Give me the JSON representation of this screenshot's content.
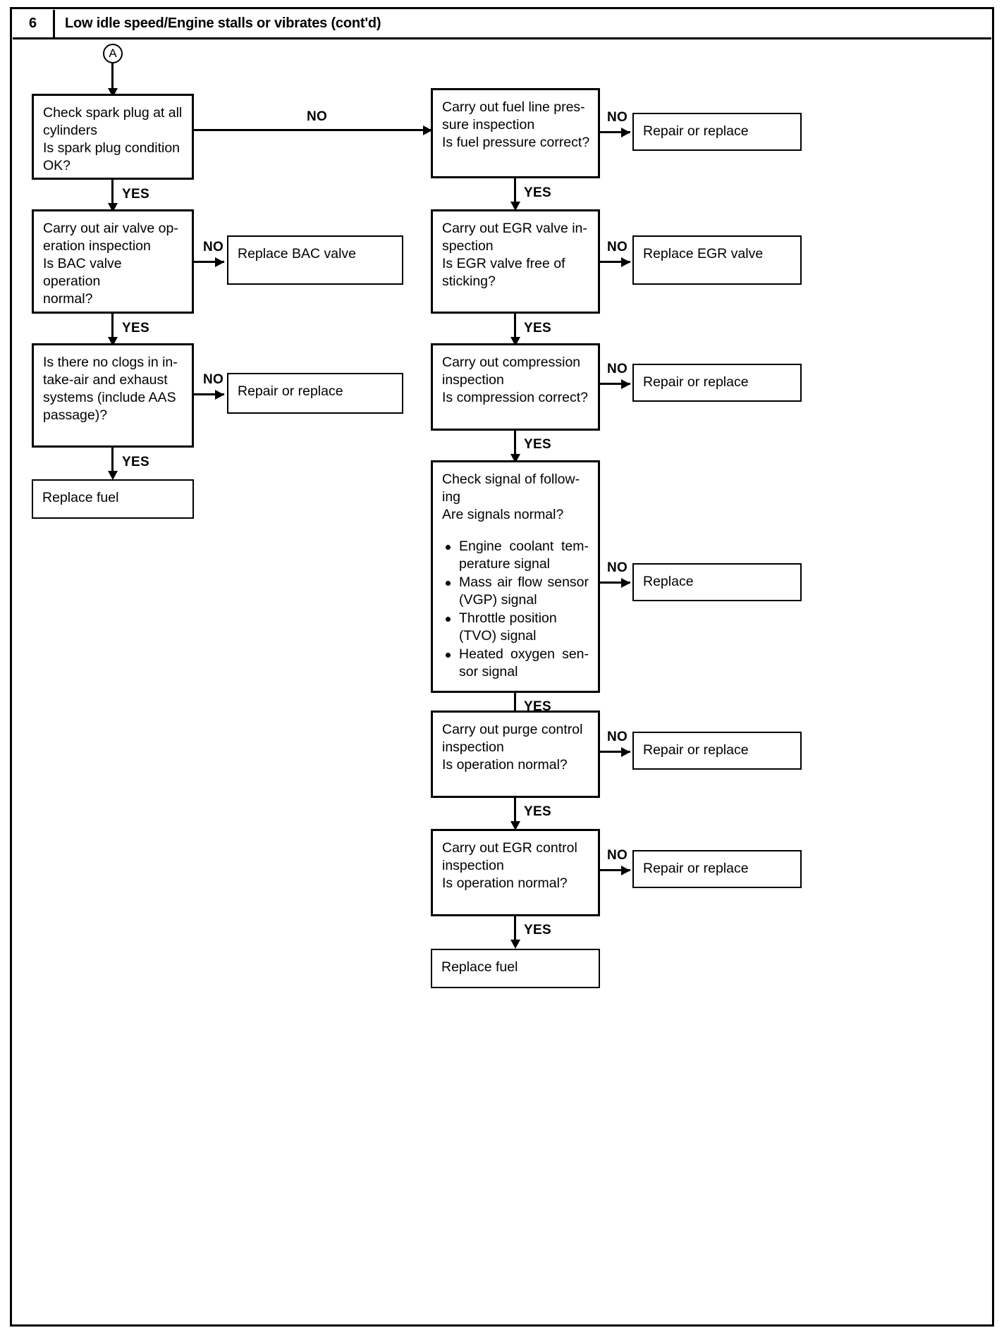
{
  "header": {
    "number": "6",
    "title": "Low idle speed/Engine stalls or vibrates (cont'd)"
  },
  "connector": {
    "label": "A"
  },
  "edge_labels": {
    "yes": "YES",
    "no": "NO"
  },
  "chart_data": {
    "type": "flowchart",
    "title": "Low idle speed/Engine stalls or vibrates (cont'd)",
    "nodes": [
      {
        "id": "entry-a",
        "kind": "connector",
        "label": "A"
      },
      {
        "id": "spark-plug",
        "kind": "decision",
        "lines": [
          "Check spark plug at all",
          "cylinders",
          "Is spark plug condition",
          "OK?"
        ]
      },
      {
        "id": "air-valve",
        "kind": "decision",
        "lines": [
          "Carry out air valve op-",
          "eration inspection",
          "Is BAC valve operation",
          "normal?"
        ]
      },
      {
        "id": "clogs",
        "kind": "decision",
        "lines": [
          "Is there no clogs in in-",
          "take-air and exhaust",
          "systems (include AAS",
          "passage)?"
        ]
      },
      {
        "id": "replace-fuel-left",
        "kind": "terminal",
        "lines": [
          "Replace fuel"
        ]
      },
      {
        "id": "replace-bac",
        "kind": "action",
        "lines": [
          "Replace BAC valve"
        ]
      },
      {
        "id": "repair-replace-clogs",
        "kind": "action",
        "lines": [
          "Repair or replace"
        ]
      },
      {
        "id": "fuel-line",
        "kind": "decision",
        "lines": [
          "Carry out fuel line pres-",
          "sure inspection",
          "Is fuel pressure correct?"
        ]
      },
      {
        "id": "repair-replace-fuel-line",
        "kind": "action",
        "lines": [
          "Repair or replace"
        ]
      },
      {
        "id": "egr-valve",
        "kind": "decision",
        "lines": [
          "Carry out EGR valve in-",
          "spection",
          "Is EGR valve free of",
          "sticking?"
        ]
      },
      {
        "id": "replace-egr-valve",
        "kind": "action",
        "lines": [
          "Replace EGR valve"
        ]
      },
      {
        "id": "compression",
        "kind": "decision",
        "lines": [
          "Carry out compression",
          "inspection",
          "Is compression correct?"
        ]
      },
      {
        "id": "repair-replace-compression",
        "kind": "action",
        "lines": [
          "Repair or replace"
        ]
      },
      {
        "id": "signals",
        "kind": "decision",
        "lines": [
          "Check signal of follow-",
          "ing",
          "Are signals normal?"
        ],
        "bullets": [
          [
            "Engine coolant tem-",
            "perature signal"
          ],
          [
            "Mass air flow sensor",
            "(VGP) signal"
          ],
          [
            "Throttle position",
            "(TVO) signal"
          ],
          [
            "Heated oxygen sen-",
            "sor signal"
          ]
        ]
      },
      {
        "id": "replace-signal",
        "kind": "action",
        "lines": [
          "Replace"
        ]
      },
      {
        "id": "purge-control",
        "kind": "decision",
        "lines": [
          "Carry out purge control",
          "inspection",
          "Is operation normal?"
        ]
      },
      {
        "id": "repair-replace-purge",
        "kind": "action",
        "lines": [
          "Repair or replace"
        ]
      },
      {
        "id": "egr-control",
        "kind": "decision",
        "lines": [
          "Carry out EGR control",
          "inspection",
          "Is operation normal?"
        ]
      },
      {
        "id": "repair-replace-egr-control",
        "kind": "action",
        "lines": [
          "Repair or replace"
        ]
      },
      {
        "id": "replace-fuel-right",
        "kind": "terminal",
        "lines": [
          "Replace fuel"
        ]
      }
    ],
    "edges": [
      {
        "from": "entry-a",
        "to": "spark-plug",
        "label": ""
      },
      {
        "from": "spark-plug",
        "to": "fuel-line",
        "label": "NO"
      },
      {
        "from": "spark-plug",
        "to": "air-valve",
        "label": "YES"
      },
      {
        "from": "air-valve",
        "to": "replace-bac",
        "label": "NO"
      },
      {
        "from": "air-valve",
        "to": "clogs",
        "label": "YES"
      },
      {
        "from": "clogs",
        "to": "repair-replace-clogs",
        "label": "NO"
      },
      {
        "from": "clogs",
        "to": "replace-fuel-left",
        "label": "YES"
      },
      {
        "from": "fuel-line",
        "to": "repair-replace-fuel-line",
        "label": "NO"
      },
      {
        "from": "fuel-line",
        "to": "egr-valve",
        "label": "YES"
      },
      {
        "from": "egr-valve",
        "to": "replace-egr-valve",
        "label": "NO"
      },
      {
        "from": "egr-valve",
        "to": "compression",
        "label": "YES"
      },
      {
        "from": "compression",
        "to": "repair-replace-compression",
        "label": "NO"
      },
      {
        "from": "compression",
        "to": "signals",
        "label": "YES"
      },
      {
        "from": "signals",
        "to": "replace-signal",
        "label": "NO"
      },
      {
        "from": "signals",
        "to": "purge-control",
        "label": "YES"
      },
      {
        "from": "purge-control",
        "to": "repair-replace-purge",
        "label": "NO"
      },
      {
        "from": "purge-control",
        "to": "egr-control",
        "label": "YES"
      },
      {
        "from": "egr-control",
        "to": "repair-replace-egr-control",
        "label": "NO"
      },
      {
        "from": "egr-control",
        "to": "replace-fuel-right",
        "label": "YES"
      }
    ]
  },
  "boxes": {
    "spark_plug": {
      "l1": "Check spark plug at all",
      "l2": "cylinders",
      "l3": "Is spark plug condition",
      "l4": "OK?"
    },
    "air_valve": {
      "l1": "Carry out air valve op-",
      "l2": "eration inspection",
      "l3": "Is BAC valve operation",
      "l4": "normal?"
    },
    "clogs": {
      "l1": "Is there no clogs in in-",
      "l2": "take-air and exhaust",
      "l3": "systems (include AAS",
      "l4": "passage)?"
    },
    "replace_fuel_left": {
      "l1": "Replace fuel"
    },
    "replace_bac": {
      "l1": "Replace BAC valve"
    },
    "repair_replace_clogs": {
      "l1": "Repair or replace"
    },
    "fuel_line": {
      "l1": "Carry out fuel line pres-",
      "l2": "sure inspection",
      "l3": "Is fuel pressure correct?"
    },
    "repair_replace_fuel_line": {
      "l1": "Repair or replace"
    },
    "egr_valve": {
      "l1": "Carry out EGR valve in-",
      "l2": "spection",
      "l3": "Is EGR valve free of",
      "l4": "sticking?"
    },
    "replace_egr_valve": {
      "l1": "Replace EGR valve"
    },
    "compression": {
      "l1": "Carry out compression",
      "l2": "inspection",
      "l3": "Is compression correct?"
    },
    "repair_replace_compression": {
      "l1": "Repair or replace"
    },
    "signals": {
      "l1": "Check signal of follow-",
      "l2": "ing",
      "l3": "Are signals normal?",
      "b1a": "Engine coolant tem-",
      "b1b": "perature signal",
      "b2a": "Mass air flow sensor",
      "b2b": "(VGP) signal",
      "b3a": "Throttle position",
      "b3b": "(TVO) signal",
      "b4a": "Heated oxygen sen-",
      "b4b": "sor signal"
    },
    "replace_signal": {
      "l1": "Replace"
    },
    "purge_control": {
      "l1": "Carry out purge control",
      "l2": "inspection",
      "l3": "Is operation normal?"
    },
    "repair_replace_purge": {
      "l1": "Repair or replace"
    },
    "egr_control": {
      "l1": "Carry out EGR control",
      "l2": "inspection",
      "l3": "Is operation normal?"
    },
    "repair_replace_egr_control": {
      "l1": "Repair or replace"
    },
    "replace_fuel_right": {
      "l1": "Replace fuel"
    }
  }
}
